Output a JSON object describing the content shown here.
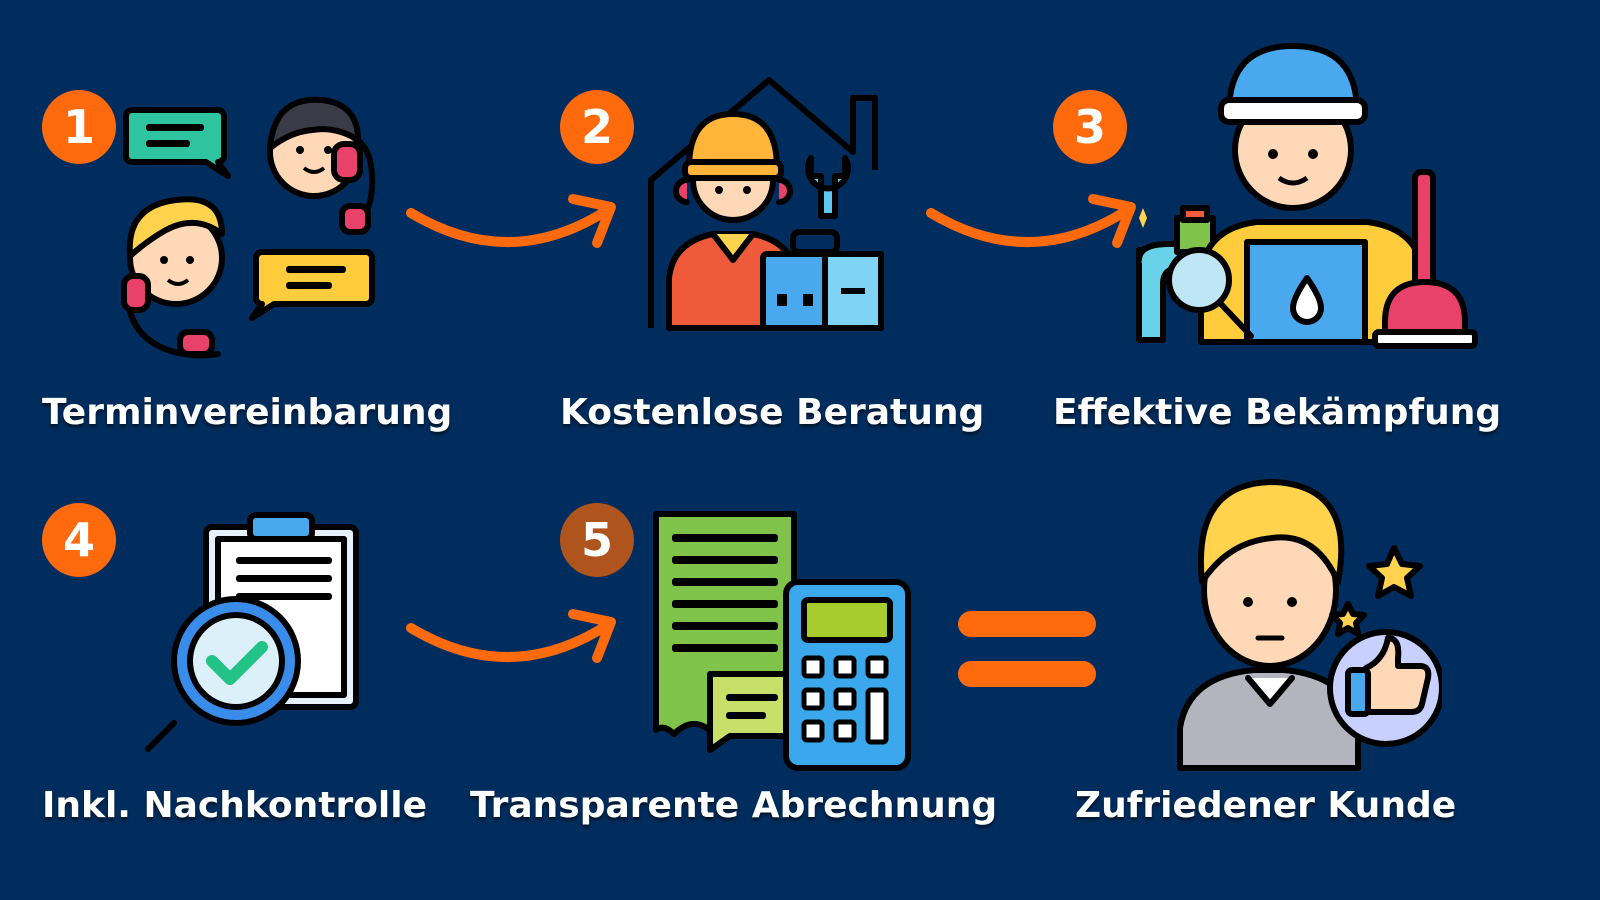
{
  "steps": [
    {
      "number": "1",
      "label": "Terminvereinbarung",
      "icon": "phone-chat-icon"
    },
    {
      "number": "2",
      "label": "Kostenlose Beratung",
      "icon": "technician-icon"
    },
    {
      "number": "3",
      "label": "Effektive Bekämpfung",
      "icon": "plumber-icon"
    },
    {
      "number": "4",
      "label": "Inkl. Nachkontrolle",
      "icon": "clipboard-check-icon"
    },
    {
      "number": "5",
      "label": "Transparente Abrechnung",
      "icon": "invoice-calculator-icon"
    }
  ],
  "result": {
    "label": "Zufriedener Kunde",
    "icon": "satisfied-customer-icon"
  },
  "colors": {
    "background": "#002d5e",
    "accent": "#ff6a0d",
    "badge5": "#b0541d",
    "text": "#ffffff"
  }
}
